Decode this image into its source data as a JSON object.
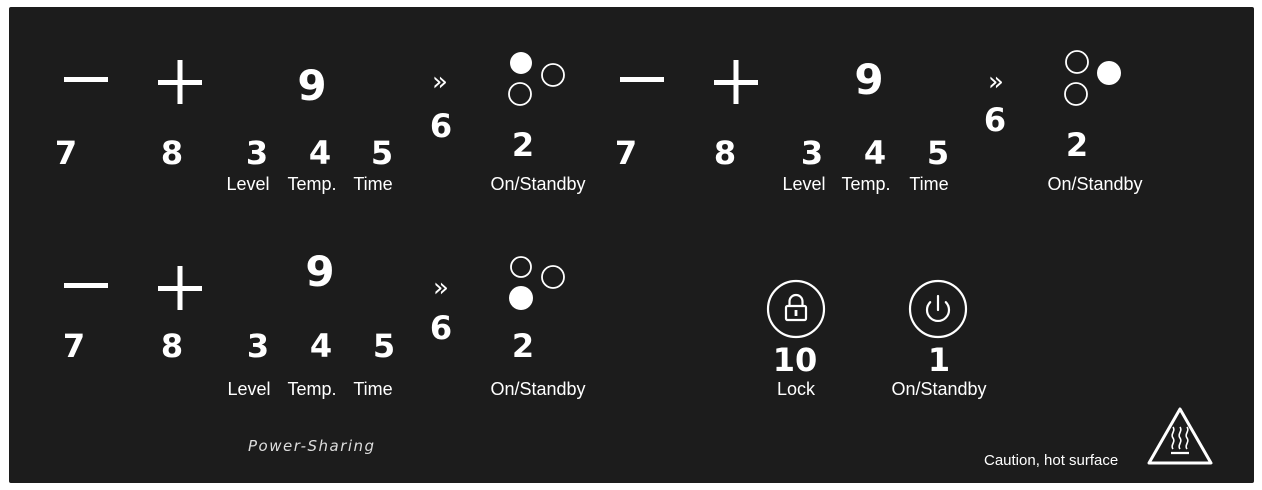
{
  "zones": [
    {
      "minus_num": "7",
      "plus_num": "8",
      "display_num": "9",
      "level_num": "3",
      "temp_num": "4",
      "time_num": "5",
      "level_label": "Level",
      "temp_label": "Temp.",
      "time_label": "Time",
      "boost_num": "6",
      "select_num": "2",
      "select_label": "On/Standby",
      "active_burner": "top-left"
    },
    {
      "minus_num": "7",
      "plus_num": "8",
      "display_num": "9",
      "level_num": "3",
      "temp_num": "4",
      "time_num": "5",
      "level_label": "Level",
      "temp_label": "Temp.",
      "time_label": "Time",
      "boost_num": "6",
      "select_num": "2",
      "select_label": "On/Standby",
      "active_burner": "right"
    },
    {
      "minus_num": "7",
      "plus_num": "8",
      "display_num": "9",
      "level_num": "3",
      "temp_num": "4",
      "time_num": "5",
      "level_label": "Level",
      "temp_label": "Temp.",
      "time_label": "Time",
      "boost_num": "6",
      "select_num": "2",
      "select_label": "On/Standby",
      "active_burner": "bottom-left"
    }
  ],
  "boost_symbol": "»",
  "lock": {
    "num": "10",
    "label": "Lock",
    "icon": "lock-icon"
  },
  "power": {
    "num": "1",
    "label": "On/Standby",
    "icon": "power-icon"
  },
  "power_sharing": "Power-Sharing",
  "caution": {
    "label": "Caution, hot surface",
    "icon": "hot-surface-warning-icon"
  },
  "colors": {
    "panel": "#1c1c1c",
    "symbols": "#ffffff"
  }
}
